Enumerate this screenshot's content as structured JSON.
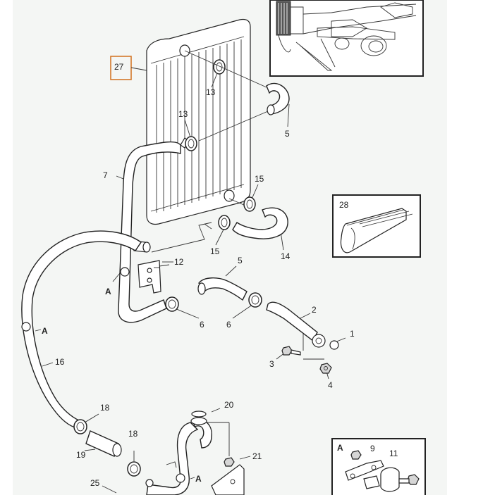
{
  "callouts": {
    "p1": "1",
    "p2": "2",
    "p3": "3",
    "p4": "4",
    "p5a": "5",
    "p5b": "5",
    "p6a": "6",
    "p6b": "6",
    "p7": "7",
    "p9": "9",
    "p11": "11",
    "p12": "12",
    "p13a": "13",
    "p13b": "13",
    "p14": "14",
    "p15a": "15",
    "p15b": "15",
    "p16": "16",
    "p18a": "18",
    "p18b": "18",
    "p19": "19",
    "p20": "20",
    "p21": "21",
    "p25": "25",
    "p27": "27",
    "p28": "28"
  },
  "markers": {
    "a1": "A",
    "a2": "A",
    "a3": "A",
    "detail_a": "A"
  },
  "colors": {
    "highlight_box": "#d4782a",
    "background_panel": "#f4f6f4",
    "line": "#222222"
  }
}
